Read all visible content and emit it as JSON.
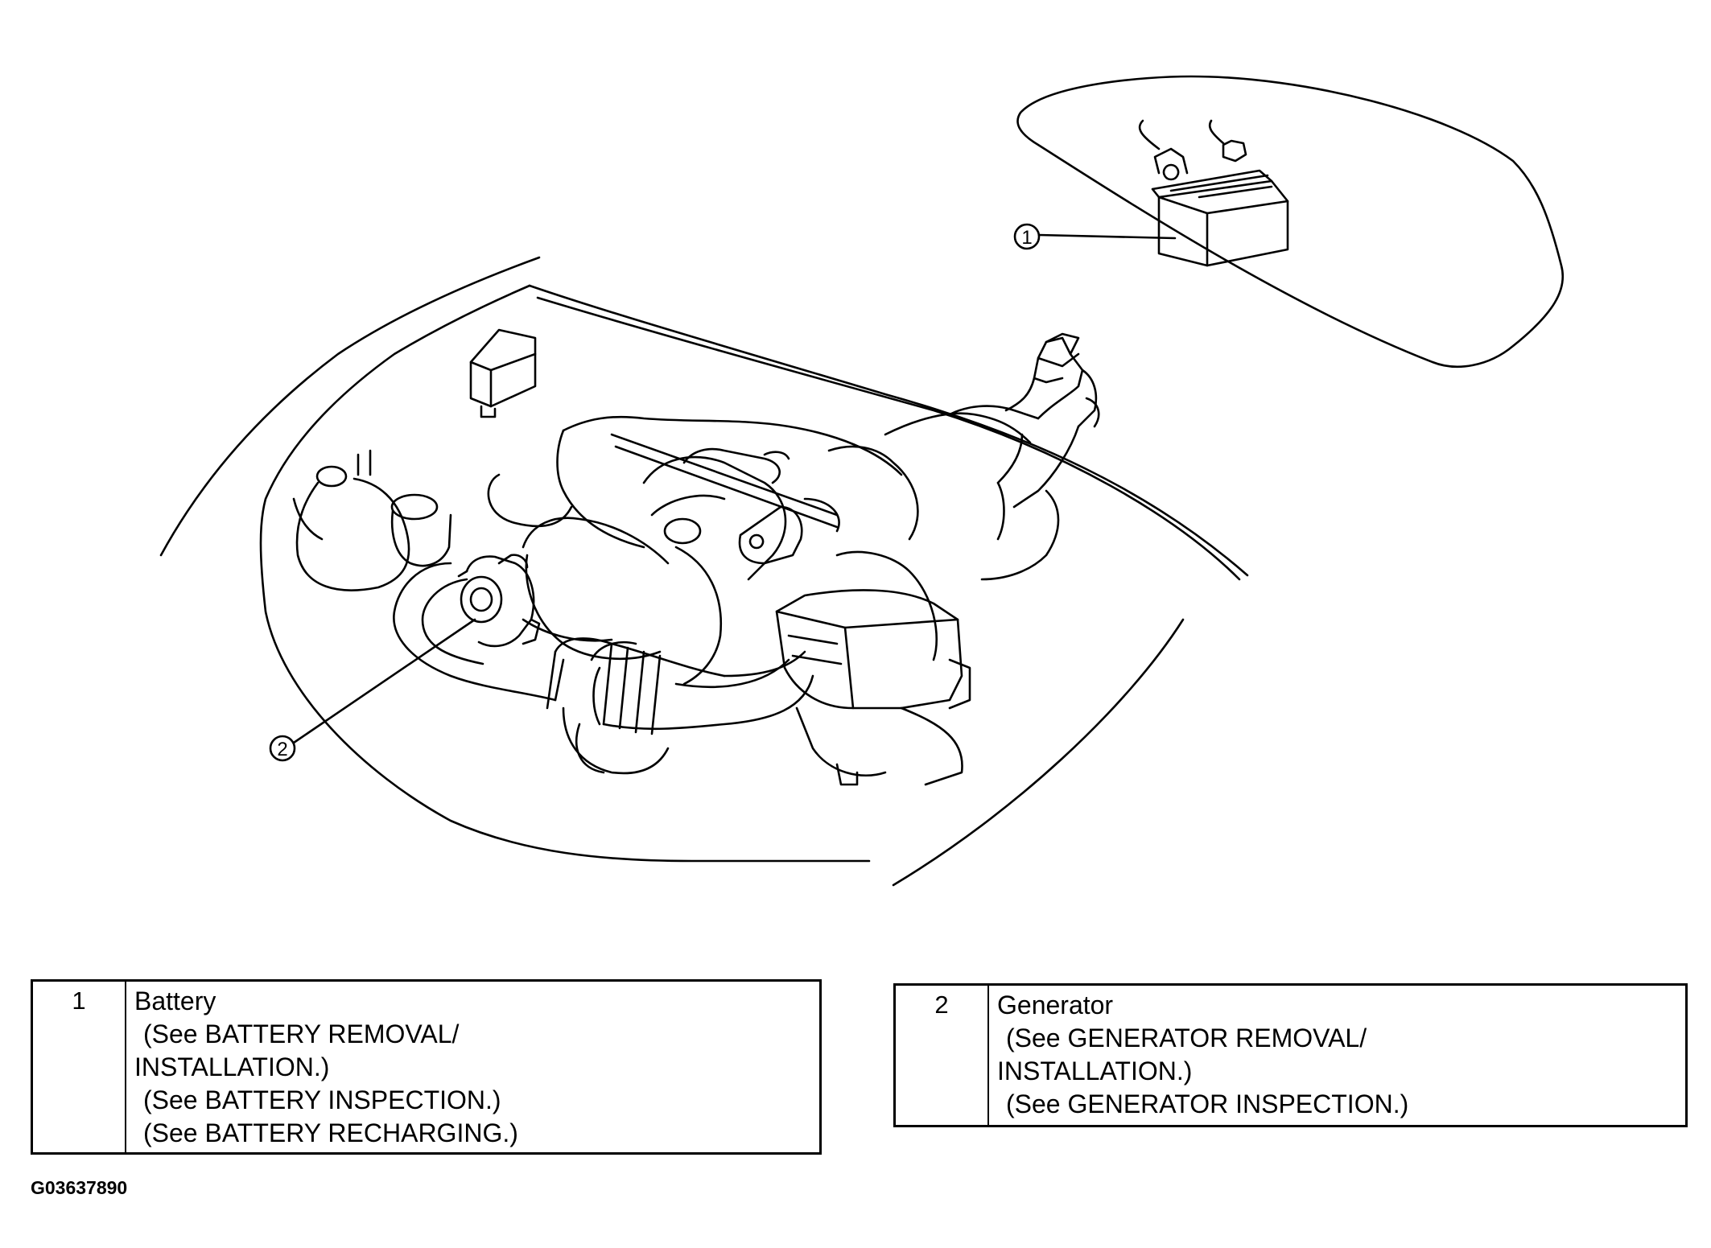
{
  "callouts": [
    {
      "number": "1"
    },
    {
      "number": "2"
    }
  ],
  "legend": [
    {
      "number": "1",
      "name": "Battery",
      "refs": [
        "(See BATTERY REMOVAL/",
        "INSTALLATION.)",
        "(See BATTERY INSPECTION.)",
        "(See BATTERY RECHARGING.)"
      ]
    },
    {
      "number": "2",
      "name": "Generator",
      "refs": [
        "(See GENERATOR REMOVAL/",
        "INSTALLATION.)",
        "(See GENERATOR INSPECTION.)"
      ]
    }
  ],
  "figure_code": "G03637890",
  "colors": {
    "line": "#000000",
    "background": "#ffffff"
  }
}
